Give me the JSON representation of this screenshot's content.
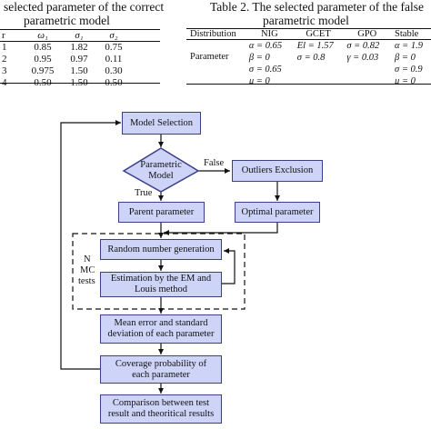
{
  "table1": {
    "caption_line1": "selected parameter of the correct",
    "caption_line2": "parametric model",
    "headers": [
      "r",
      "ω₁",
      "σ₁",
      "σ₂"
    ],
    "rows": [
      [
        "1",
        "0.85",
        "1.82",
        "0.75"
      ],
      [
        "2",
        "0.95",
        "0.97",
        "0.11"
      ],
      [
        "3",
        "0.975",
        "1.50",
        "0.30"
      ],
      [
        "4",
        "0.50",
        "1.50",
        "0.50"
      ]
    ]
  },
  "table2": {
    "caption_line1": "Table 2. The selected parameter of the false",
    "caption_line2": "parametric model",
    "headers": [
      "Distribution",
      "NIG",
      "GCET",
      "GPO",
      "Stable"
    ],
    "row_label": "Parameter",
    "cells": [
      [
        "α = 0.65",
        "El = 1.57",
        "σ = 0.82",
        "α = 1.9"
      ],
      [
        "β = 0",
        "σ = 0.8",
        "γ = 0.03",
        "β = 0"
      ],
      [
        "σ = 0.65",
        "",
        "",
        "σ = 0.9"
      ],
      [
        "μ = 0",
        "",
        "",
        "μ = 0"
      ]
    ]
  },
  "flowchart": {
    "model_selection": "Model Selection",
    "decision": [
      "Parametric",
      "Model"
    ],
    "false_label": "False",
    "true_label": "True",
    "outliers_exclusion": "Outliers Exclusion",
    "parent_parameter": "Parent parameter",
    "optimal_parameter": "Optimal parameter",
    "random_number": "Random number generation",
    "estimation": [
      "Estimation by the EM and",
      "Louis method"
    ],
    "mc_label": [
      "N",
      "MC",
      "tests"
    ],
    "mean_error": [
      "Mean error and standard",
      "deviation of each parameter"
    ],
    "coverage": [
      "Coverage probability of",
      "each parameter"
    ],
    "comparison": [
      "Comparison between test",
      "result and theoritical results"
    ]
  }
}
